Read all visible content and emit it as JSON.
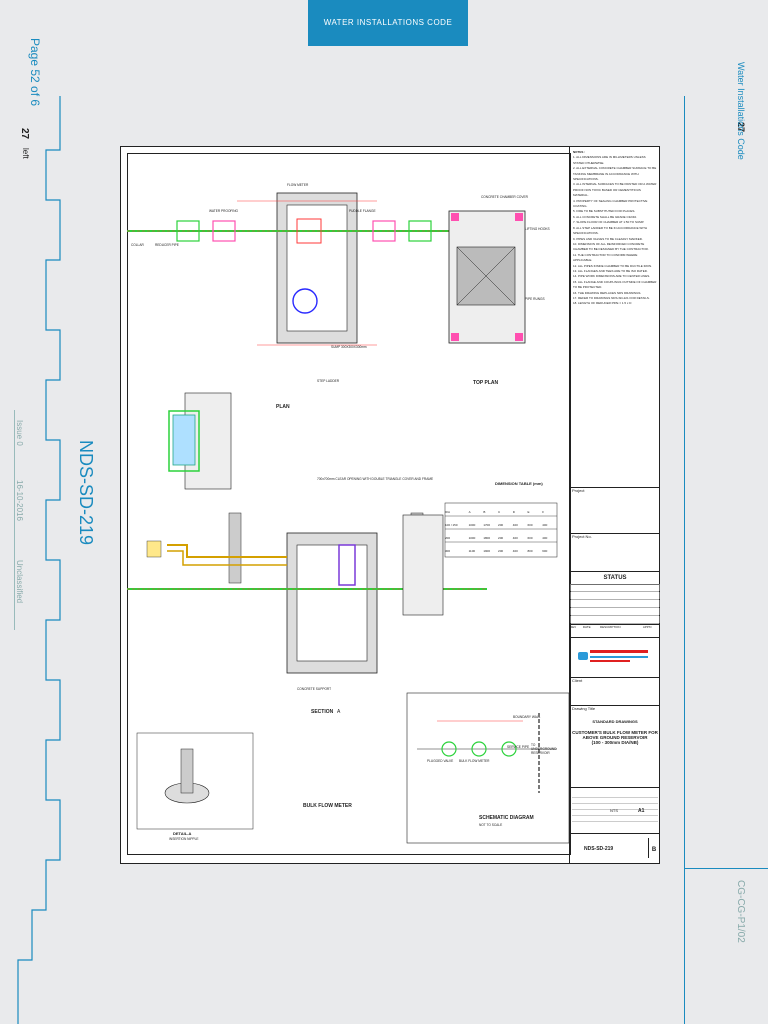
{
  "header": {
    "tab_title": "WATER INSTALLATIONS CODE"
  },
  "left_margin": {
    "page_label": "Page 52 of 6",
    "page_number": "27",
    "left_text": "left",
    "drawing_number": "NDS-SD-219",
    "issue": "Issue 0",
    "date": "16-10-2016",
    "classification": "Unclassified"
  },
  "right_margin": {
    "page_number": "27",
    "doc_title": "Water Installations Code",
    "doc_code": "CG-CG-P1/02"
  },
  "drawing": {
    "views": {
      "plan": "PLAN",
      "top_plan": "TOP PLAN",
      "section": "SECTION",
      "section_ref": "A",
      "bulk_flow_meter": "BULK FLOW METER",
      "schematic": "SCHEMATIC DIAGRAM",
      "not_to_scale": "NOT TO SCALE",
      "detail": "DETAIL-A",
      "detail_sub": "INSERTION NIPPLE"
    },
    "dimension_table": {
      "title": "DIMENSION TABLE (mm)",
      "headers": [
        "DIA",
        "A",
        "B",
        "C",
        "D",
        "E",
        "F",
        "G"
      ],
      "rows": [
        [
          "100 / 150",
          "1000",
          "1700",
          "200",
          "400",
          "600",
          "400"
        ],
        [
          "200",
          "1000",
          "1800",
          "200",
          "400",
          "600",
          "400"
        ],
        [
          "300",
          "1100",
          "1900",
          "200",
          "400",
          "800",
          "600"
        ]
      ]
    },
    "labels": {
      "flow_meter": "FLOW METER",
      "water_proofing": "WATER PROOFING",
      "collar": "COLLAR",
      "reducer_pipe": "REDUCER PIPE",
      "lifting_hooks": "LIFTING HOOKS",
      "pipe_rungs": "PIPE RUNGS",
      "sump": "SUMP 300X300X300mm",
      "step_ladder": "STEP LADDER",
      "puddle_flange": "PUDDLE FLANGE",
      "boundary_wall": "BOUNDARY WALL",
      "to_reservoir": "TO UNDERGROUND RESERVOIR",
      "plug_valve": "PLUGGED VALVE",
      "bulk_flow_meter_lbl": "BULK FLOW METER",
      "service_pipe": "SERVICE PIPE",
      "concrete_chamber": "CONCRETE CHAMBER COVER",
      "concrete_support": "CONCRETE SUPPORT",
      "mh_cover": "700x700mm CLEAR OPENING WITH DOUBLE TRIANGLE COVER AND FRAME"
    },
    "notes_title": "NOTES :",
    "notes": [
      "1. ALL DIMENSIONS ARE IN MILLIMETERS UNLESS STATED OTHERWISE.",
      "2. ALL EXTERNAL CONCRETE CHAMBER SURFACE TO BE TANKING MEMBRANE IN ACCORDANCE WITH SPECIFICATIONS.",
      "3. ALL INTERNAL SURFACES TO BE PAINTED OR A WATER PROOF NON TOXIC BASED OR CEMENTITIOUS MATERIAL.",
      "4. PROPERTY OF SEALING CHAMBER PROTECTIVE COATING.",
      "5. FIRE TO BE SUBSTITUTED FOR PLACES.",
      "6. ALL CONCRETE SHALL BE GRADE C32/40.",
      "7. SLOPE FLOOR OF CHAMBER AT 1:50 TO SUMP.",
      "8. ALL STEP LADDER TO BE IN ACCORDANCE WITH SPECIFICATIONS.",
      "9. PIPES AND VALVES TO BE CLEARLY MARKED.",
      "10. DIMENSION OF ALL REINFORCED CONCRETE CHAMBER TO BE DESIGNED BY THE CONTRACTOR.",
      "11. THE CONTRACTOR TO CONFIRM WHERE APPLICABLE.",
      "12. ALL PIPES INSIDE CHAMBER TO BE DUCTILE IRON.",
      "13. ALL FLANGES AND TEES ARE TO BE ISO RATED.",
      "14. PIPE WORK DIMENSIONS ARE TO CENTER LINES.",
      "15. ALL FLANGE AND COUPLINGS OUTSIDE OF CHAMBER TO BE PROTECTED.",
      "16. THE DRAWING REPLACES NDS DRAWINGS.",
      "17. REFER TO DRAWINGS NDS-SD-221 FOR DETAILS.",
      "18. LENGTH OF REDUCER PIPE = 1.5 x D"
    ],
    "title_block": {
      "project": "Project",
      "project_no": "Project No.",
      "status": "STATUS",
      "rev_headers": [
        "REV",
        "DATE",
        "DESCRIPTION",
        "APP'D"
      ],
      "client": "Client",
      "drawing_title_label": "Drawing Title",
      "standard": "STANDARD DRAWINGS",
      "title_lines": [
        "CUSTOMER'S BULK FLOW METER FOR",
        "ABOVE GROUND RESERVOIR",
        "(100 - 300mm DIA/NB)"
      ],
      "scale": "NTS",
      "sheet_size": "A1",
      "drawing_no": "NDS-SD-219",
      "rev": "B"
    }
  }
}
